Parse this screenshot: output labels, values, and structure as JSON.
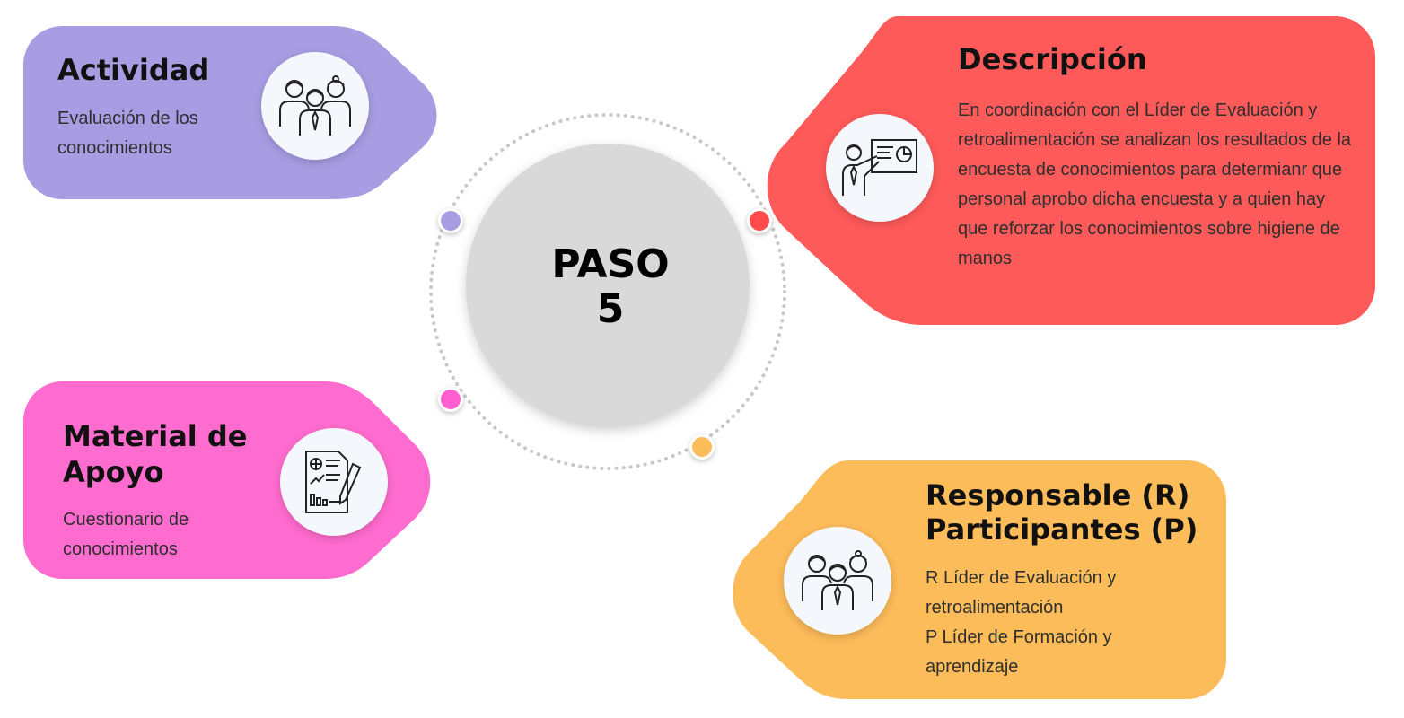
{
  "center": {
    "line1": "PASO",
    "line2": "5"
  },
  "activity": {
    "title": "Actividad",
    "text": "Evaluación de los conocimientos",
    "icon": "people-group-icon",
    "color": "#a89de3"
  },
  "description": {
    "title": "Descripción",
    "text": "En coordinación con el Líder de Evaluación y retroalimentación se analizan los resultados de la encuesta de conocimientos para determianr que personal aprobo dicha encuesta y a quien hay que reforzar los conocimientos sobre higiene de manos",
    "icon": "presentation-icon",
    "color": "#ff5a5a"
  },
  "material": {
    "title_line1": "Material de",
    "title_line2": "Apoyo",
    "text": "Cuestionario  de conocimientos",
    "icon": "report-document-icon",
    "color": "#ff6ccf"
  },
  "responsible": {
    "title_line1": "Responsable (R)",
    "title_line2": "Participantes (P)",
    "line1": "R Líder de Evaluación y retroalimentación",
    "line2": "P Líder de Formación y aprendizaje",
    "icon": "people-group-icon",
    "color": "#fdbc5a"
  },
  "dots": {
    "purple": "#a89de3",
    "red": "#ff4d4d",
    "pink": "#ff5fcf",
    "orange": "#fdbc5a"
  }
}
